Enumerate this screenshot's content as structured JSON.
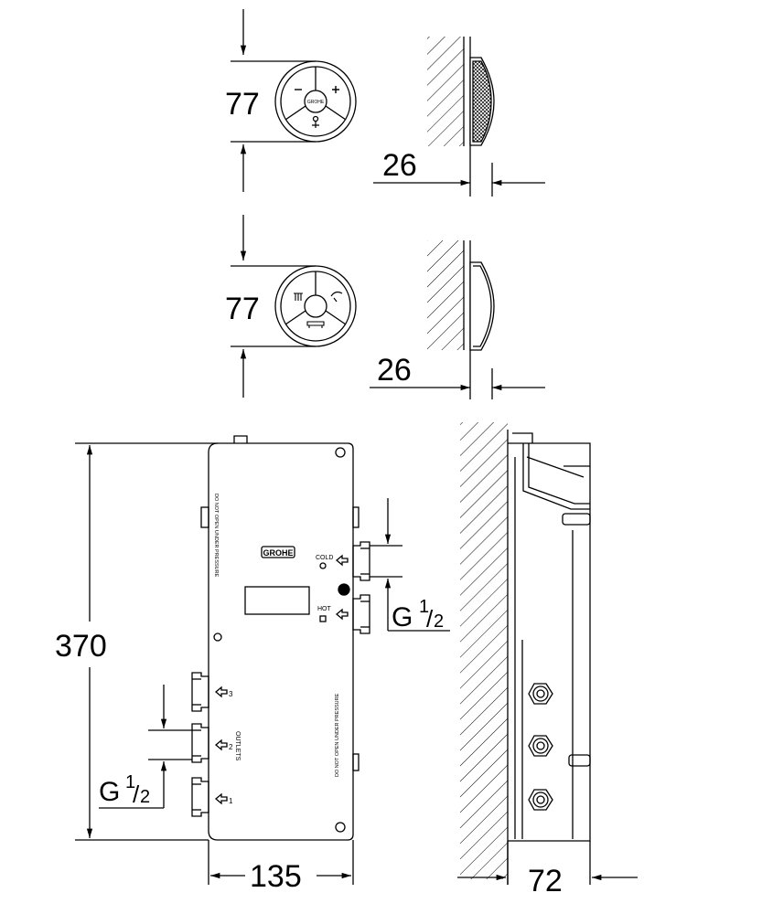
{
  "dimensions": {
    "button_top_diameter": "77",
    "button_top_depth": "26",
    "button_bottom_diameter": "77",
    "button_bottom_depth": "26",
    "box_height": "370",
    "box_width": "135",
    "box_depth": "72",
    "thread_inlet_main": "G",
    "thread_inlet_num": "1",
    "thread_inlet_den": "2",
    "thread_outlet_main": "G",
    "thread_outlet_num": "1",
    "thread_outlet_den": "2"
  },
  "labels": {
    "brand": "GROHE",
    "cold": "COLD",
    "hot": "HOT",
    "outlets": "OUTLETS",
    "outlet_1": "1",
    "outlet_2": "2",
    "outlet_3": "3",
    "warning": "DO NOT OPEN UNDER PRESSURE"
  },
  "colors": {
    "line": "#000000",
    "background": "#ffffff"
  }
}
